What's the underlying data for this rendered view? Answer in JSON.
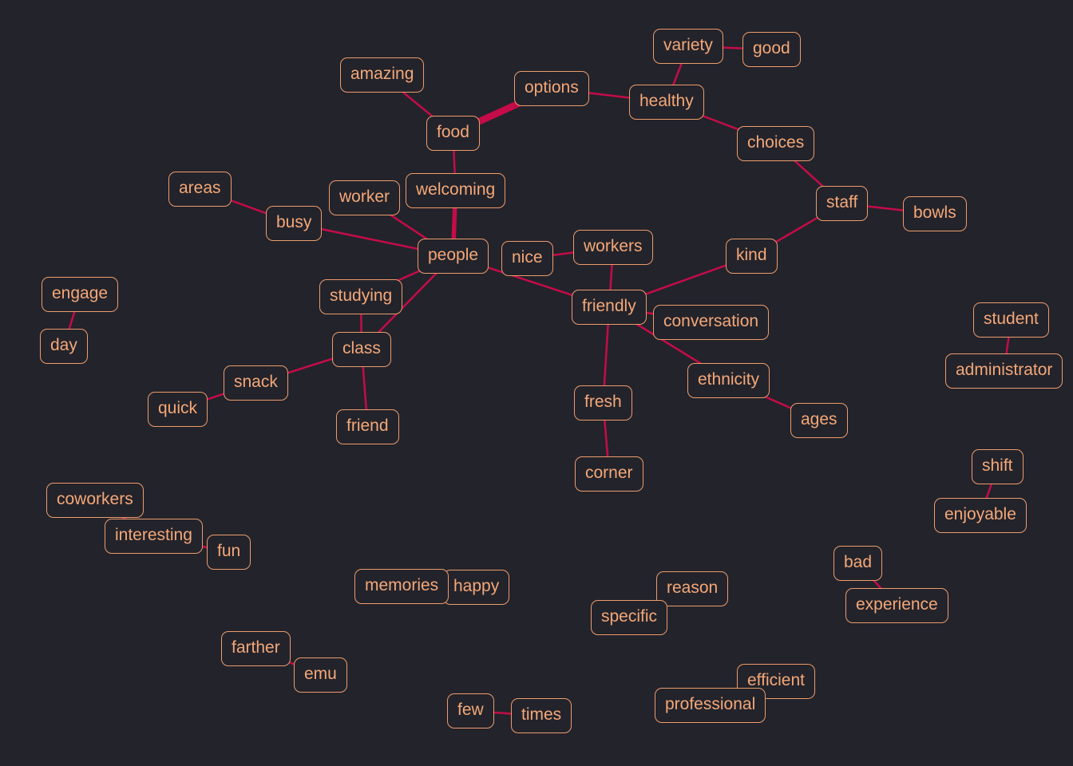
{
  "colors": {
    "background": "#23232b",
    "edge": "#c40c48",
    "node_border": "#ec9c6c",
    "node_text": "#f4a878"
  },
  "nodes": [
    {
      "id": "variety",
      "label": "variety"
    },
    {
      "id": "good",
      "label": "good"
    },
    {
      "id": "amazing",
      "label": "amazing"
    },
    {
      "id": "options",
      "label": "options"
    },
    {
      "id": "healthy",
      "label": "healthy"
    },
    {
      "id": "food",
      "label": "food"
    },
    {
      "id": "choices",
      "label": "choices"
    },
    {
      "id": "areas",
      "label": "areas"
    },
    {
      "id": "worker",
      "label": "worker"
    },
    {
      "id": "welcoming",
      "label": "welcoming"
    },
    {
      "id": "staff",
      "label": "staff"
    },
    {
      "id": "bowls",
      "label": "bowls"
    },
    {
      "id": "busy",
      "label": "busy"
    },
    {
      "id": "workers",
      "label": "workers"
    },
    {
      "id": "people",
      "label": "people"
    },
    {
      "id": "nice",
      "label": "nice"
    },
    {
      "id": "kind",
      "label": "kind"
    },
    {
      "id": "engage",
      "label": "engage"
    },
    {
      "id": "studying",
      "label": "studying"
    },
    {
      "id": "friendly",
      "label": "friendly"
    },
    {
      "id": "conversation",
      "label": "conversation"
    },
    {
      "id": "student",
      "label": "student"
    },
    {
      "id": "day",
      "label": "day"
    },
    {
      "id": "class",
      "label": "class"
    },
    {
      "id": "administrator",
      "label": "administrator"
    },
    {
      "id": "ethnicity",
      "label": "ethnicity"
    },
    {
      "id": "snack",
      "label": "snack"
    },
    {
      "id": "quick",
      "label": "quick"
    },
    {
      "id": "fresh",
      "label": "fresh"
    },
    {
      "id": "ages",
      "label": "ages"
    },
    {
      "id": "friend",
      "label": "friend"
    },
    {
      "id": "shift",
      "label": "shift"
    },
    {
      "id": "corner",
      "label": "corner"
    },
    {
      "id": "coworkers",
      "label": "coworkers"
    },
    {
      "id": "enjoyable",
      "label": "enjoyable"
    },
    {
      "id": "interesting",
      "label": "interesting"
    },
    {
      "id": "fun",
      "label": "fun"
    },
    {
      "id": "bad",
      "label": "bad"
    },
    {
      "id": "happy",
      "label": "happy"
    },
    {
      "id": "memories",
      "label": "memories"
    },
    {
      "id": "reason",
      "label": "reason"
    },
    {
      "id": "experience",
      "label": "experience"
    },
    {
      "id": "specific",
      "label": "specific"
    },
    {
      "id": "farther",
      "label": "farther"
    },
    {
      "id": "emu",
      "label": "emu"
    },
    {
      "id": "efficient",
      "label": "efficient"
    },
    {
      "id": "professional",
      "label": "professional"
    },
    {
      "id": "few",
      "label": "few"
    },
    {
      "id": "times",
      "label": "times"
    }
  ],
  "edges": [
    {
      "source": "variety",
      "target": "good",
      "weight": 1
    },
    {
      "source": "variety",
      "target": "healthy",
      "weight": 1
    },
    {
      "source": "options",
      "target": "healthy",
      "weight": 1
    },
    {
      "source": "food",
      "target": "options",
      "weight": 3
    },
    {
      "source": "amazing",
      "target": "food",
      "weight": 1
    },
    {
      "source": "healthy",
      "target": "choices",
      "weight": 1
    },
    {
      "source": "choices",
      "target": "staff",
      "weight": 1
    },
    {
      "source": "staff",
      "target": "bowls",
      "weight": 1
    },
    {
      "source": "staff",
      "target": "kind",
      "weight": 1
    },
    {
      "source": "food",
      "target": "welcoming",
      "weight": 1
    },
    {
      "source": "welcoming",
      "target": "people",
      "weight": 2
    },
    {
      "source": "worker",
      "target": "people",
      "weight": 1
    },
    {
      "source": "areas",
      "target": "busy",
      "weight": 1
    },
    {
      "source": "busy",
      "target": "people",
      "weight": 1
    },
    {
      "source": "people",
      "target": "studying",
      "weight": 1
    },
    {
      "source": "people",
      "target": "class",
      "weight": 1
    },
    {
      "source": "people",
      "target": "friendly",
      "weight": 1
    },
    {
      "source": "nice",
      "target": "workers",
      "weight": 1
    },
    {
      "source": "workers",
      "target": "friendly",
      "weight": 1
    },
    {
      "source": "kind",
      "target": "friendly",
      "weight": 1
    },
    {
      "source": "friendly",
      "target": "conversation",
      "weight": 1
    },
    {
      "source": "friendly",
      "target": "ethnicity",
      "weight": 1
    },
    {
      "source": "friendly",
      "target": "fresh",
      "weight": 1
    },
    {
      "source": "ethnicity",
      "target": "ages",
      "weight": 1
    },
    {
      "source": "fresh",
      "target": "corner",
      "weight": 1
    },
    {
      "source": "studying",
      "target": "class",
      "weight": 1
    },
    {
      "source": "class",
      "target": "snack",
      "weight": 1
    },
    {
      "source": "class",
      "target": "friend",
      "weight": 1
    },
    {
      "source": "snack",
      "target": "quick",
      "weight": 1
    },
    {
      "source": "engage",
      "target": "day",
      "weight": 1
    },
    {
      "source": "student",
      "target": "administrator",
      "weight": 1
    },
    {
      "source": "shift",
      "target": "enjoyable",
      "weight": 1
    },
    {
      "source": "coworkers",
      "target": "interesting",
      "weight": 1
    },
    {
      "source": "interesting",
      "target": "fun",
      "weight": 1
    },
    {
      "source": "bad",
      "target": "experience",
      "weight": 1
    },
    {
      "source": "memories",
      "target": "happy",
      "weight": 1
    },
    {
      "source": "reason",
      "target": "specific",
      "weight": 1
    },
    {
      "source": "farther",
      "target": "emu",
      "weight": 1
    },
    {
      "source": "efficient",
      "target": "professional",
      "weight": 1
    },
    {
      "source": "few",
      "target": "times",
      "weight": 1
    }
  ]
}
